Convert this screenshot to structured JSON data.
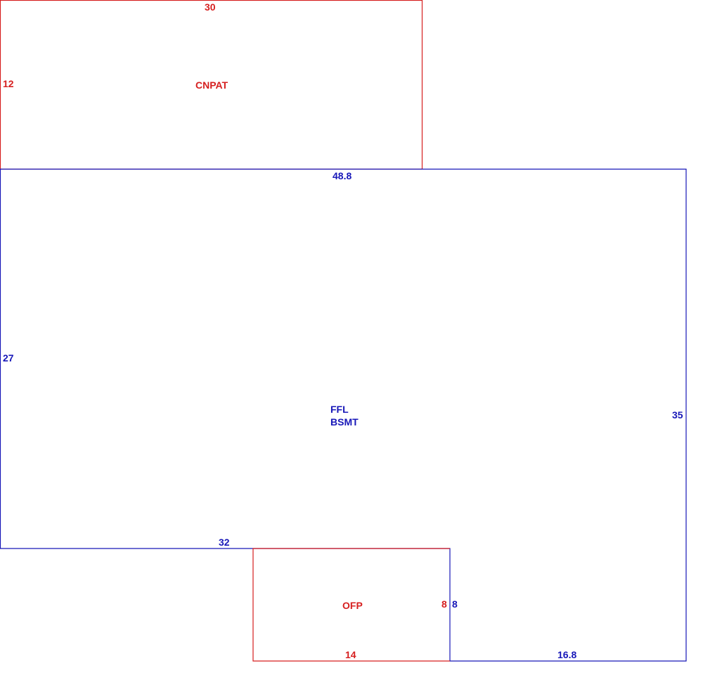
{
  "colors": {
    "cnpat": "#d61f1f",
    "ofp": "#d61f1f",
    "main": "#1717b8"
  },
  "areas": {
    "cnpat": {
      "label": "CNPAT",
      "dim_top": "30",
      "dim_left": "12"
    },
    "main": {
      "label_line1": "FFL",
      "label_line2": "BSMT",
      "dim_top": "48.8",
      "dim_left": "27",
      "dim_right": "35",
      "dim_bottom_left": "32",
      "dim_bottom_right": "16.8",
      "dim_notch": "8"
    },
    "ofp": {
      "label": "OFP",
      "dim_bottom": "14",
      "dim_right": "8"
    }
  }
}
